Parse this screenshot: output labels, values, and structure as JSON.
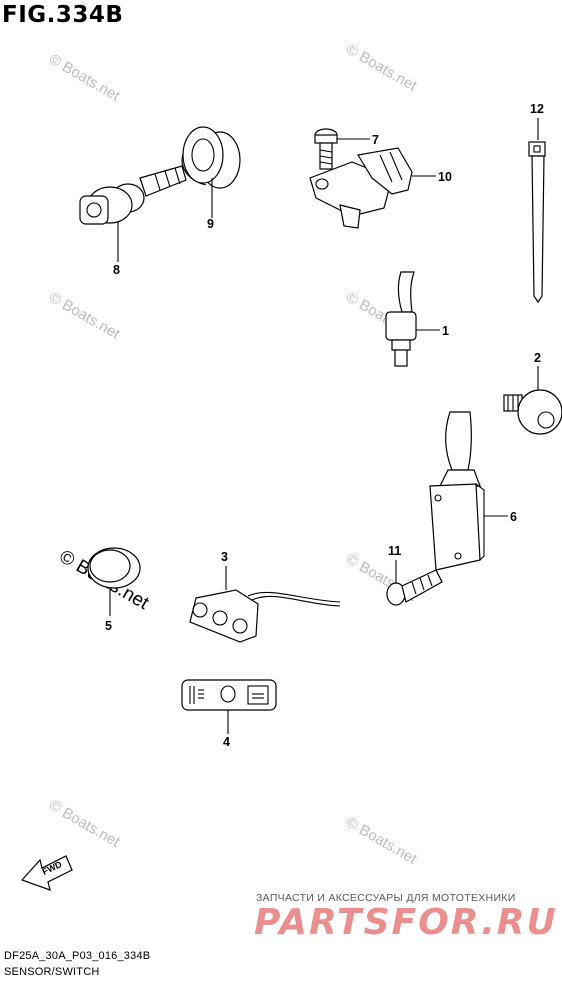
{
  "title": "FIG.334B",
  "footer": {
    "code": "DF25A_30A_P03_016_334B",
    "caption": "SENSOR/SWITCH"
  },
  "promo": {
    "tagline": "ЗАПЧАСТИ И АКСЕССУАРЫ ДЛЯ МОТОТЕХНИКИ",
    "logo": "PARTSFOR.RU"
  },
  "watermark": {
    "text": "© Boats.net"
  },
  "direction": {
    "label": "FWD"
  },
  "callouts": {
    "p1": "1",
    "p2": "2",
    "p3": "3",
    "p4": "4",
    "p5": "5",
    "p6": "6",
    "p7": "7",
    "p8": "8",
    "p9": "9",
    "p10": "10",
    "p11": "11",
    "p12": "12"
  }
}
